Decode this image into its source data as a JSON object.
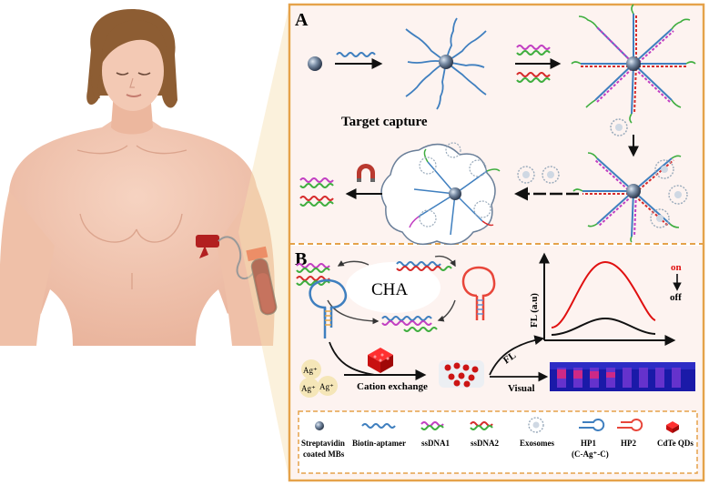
{
  "panel_a": {
    "label": "A",
    "caption": "Target capture"
  },
  "panel_b": {
    "label": "B",
    "cycle_label": "CHA",
    "ion1": "Ag⁺",
    "ion2": "Ag⁺",
    "ion3": "Ag⁺",
    "exchange_label": "Cation exchange",
    "visual_label": "Visual",
    "fl_arrow_label": "FL",
    "y_axis_label": "FL (a.u)",
    "on_label": "on",
    "off_label": "off"
  },
  "legend": {
    "items": [
      {
        "label": "Streptavidin",
        "label2": "coated MBs",
        "icon": "mb-bead-icon"
      },
      {
        "label": "Biotin-aptamer",
        "label2": "",
        "icon": "aptamer-icon"
      },
      {
        "label": "ssDNA1",
        "label2": "",
        "icon": "ssdna1-icon"
      },
      {
        "label": "ssDNA2",
        "label2": "",
        "icon": "ssdna2-icon"
      },
      {
        "label": "Exosomes",
        "label2": "",
        "icon": "exosome-icon"
      },
      {
        "label": "HP1",
        "label2": "(C-Ag⁺-C)",
        "icon": "hp1-icon"
      },
      {
        "label": "HP2",
        "label2": "",
        "icon": "hp2-icon"
      },
      {
        "label": "CdTe QDs",
        "label2": "",
        "icon": "qd-icon"
      }
    ]
  },
  "colors": {
    "frame": "#e5a24a",
    "panel_bg": "#fdf3f0",
    "aptamer": "#3f7fbf",
    "ssdna1": "#c23fc2",
    "ssdna2": "#d62b2b",
    "green_strand": "#3fae3f",
    "hp2": "#e8463a",
    "qd": "#d81e1e",
    "on": "#e01010"
  }
}
